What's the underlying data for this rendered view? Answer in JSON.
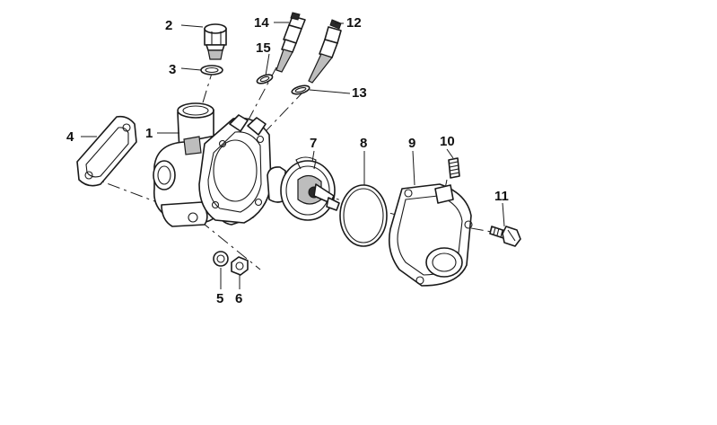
{
  "diagram": {
    "callouts": [
      {
        "id": "2",
        "label": "2",
        "part": "drain-plug"
      },
      {
        "id": "3",
        "label": "3",
        "part": "plug-seal-ring"
      },
      {
        "id": "14",
        "label": "14",
        "part": "temperature-sensor-left"
      },
      {
        "id": "15",
        "label": "15",
        "part": "sensor-seal-ring-left"
      },
      {
        "id": "12",
        "label": "12",
        "part": "temperature-sensor-right"
      },
      {
        "id": "13",
        "label": "13",
        "part": "sensor-seal-ring-right"
      },
      {
        "id": "4",
        "label": "4",
        "part": "flange-gasket"
      },
      {
        "id": "1",
        "label": "1",
        "part": "thermostat-housing"
      },
      {
        "id": "7",
        "label": "7",
        "part": "thermostat"
      },
      {
        "id": "8",
        "label": "8",
        "part": "o-ring"
      },
      {
        "id": "9",
        "label": "9",
        "part": "housing-cover"
      },
      {
        "id": "10",
        "label": "10",
        "part": "bleed-screw"
      },
      {
        "id": "11",
        "label": "11",
        "part": "hex-bolt"
      },
      {
        "id": "5",
        "label": "5",
        "part": "washer"
      },
      {
        "id": "6",
        "label": "6",
        "part": "hex-nut"
      }
    ]
  }
}
